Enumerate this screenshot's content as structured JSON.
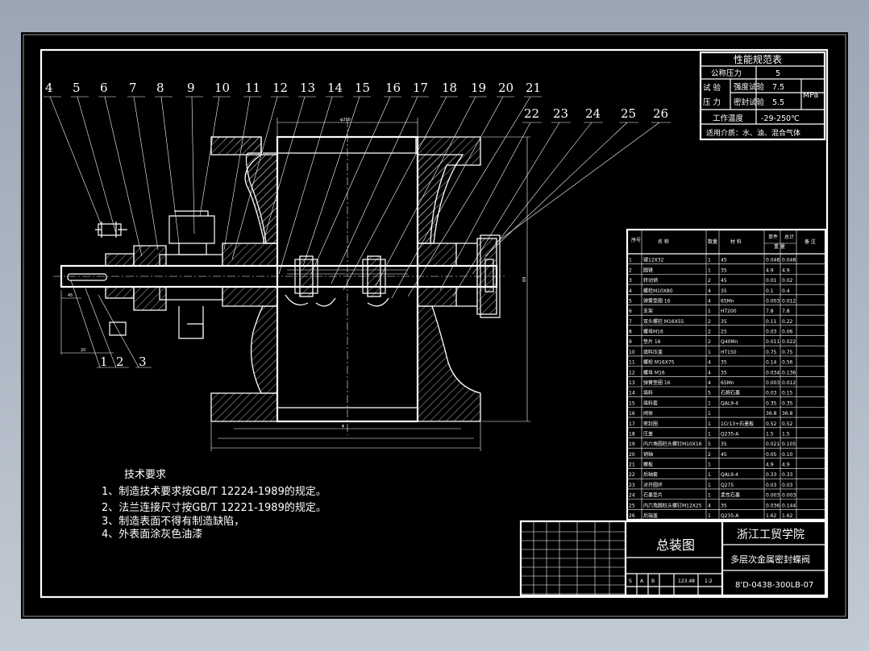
{
  "perf_table": {
    "title": "性能规范表",
    "rows": [
      {
        "label": "公称压力",
        "value": "5"
      },
      {
        "label": "强度试验",
        "value": "7.5"
      },
      {
        "label": "密封试验",
        "value": "5.5"
      },
      {
        "label": "工作温度",
        "value": "-29-250℃"
      }
    ],
    "test_pressure_label_1": "试 验",
    "test_pressure_label_2": "压 力",
    "unit": "MPa",
    "medium": "适用介质：水、油、混合气体"
  },
  "part_numbers": {
    "top": [
      "4",
      "5",
      "6",
      "7",
      "8",
      "9",
      "10",
      "11",
      "12",
      "13",
      "14",
      "15",
      "16",
      "17",
      "18",
      "19",
      "20",
      "21"
    ],
    "right": [
      "22",
      "23",
      "24",
      "25",
      "26"
    ],
    "bottom": [
      "1",
      "2",
      "3"
    ]
  },
  "dimensions": {
    "top_diameter": "φ200",
    "left_len_1": "45",
    "left_len_2": "20",
    "bottom_1": "φ",
    "right_height": "69"
  },
  "bom": {
    "headers": [
      "序号",
      "名 称",
      "数量",
      "材 料",
      "单件",
      "总计",
      "备 注"
    ],
    "weight_header": "重 量",
    "rows": [
      {
        "no": "1",
        "name": "键12X32",
        "qty": "1",
        "mat": "45",
        "unit": "0.048",
        "total": "0.048"
      },
      {
        "no": "2",
        "name": "圆锥",
        "qty": "1",
        "mat": "35",
        "unit": "4.9",
        "total": "4.9"
      },
      {
        "no": "3",
        "name": "转动销",
        "qty": "2",
        "mat": "45",
        "unit": "0.01",
        "total": "0.02"
      },
      {
        "no": "4",
        "name": "螺栓M10X80",
        "qty": "4",
        "mat": "35",
        "unit": "0.1",
        "total": "0.4"
      },
      {
        "no": "5",
        "name": "弹簧垫圈 16",
        "qty": "4",
        "mat": "65Mn",
        "unit": "0.003",
        "total": "0.012"
      },
      {
        "no": "6",
        "name": "支架",
        "qty": "1",
        "mat": "HT200",
        "unit": "7.8",
        "total": "7.8"
      },
      {
        "no": "7",
        "name": "双头螺柱 M16X55",
        "qty": "2",
        "mat": "35",
        "unit": "0.11",
        "total": "0.22"
      },
      {
        "no": "8",
        "name": "螺母M16",
        "qty": "2",
        "mat": "25",
        "unit": "0.03",
        "total": "0.06"
      },
      {
        "no": "9",
        "name": "垫片 16",
        "qty": "2",
        "mat": "Q40Mn",
        "unit": "0.011",
        "total": "0.022"
      },
      {
        "no": "10",
        "name": "填料压盖",
        "qty": "1",
        "mat": "HT150",
        "unit": "0.75",
        "total": "0.75"
      },
      {
        "no": "11",
        "name": "螺栓 M16X75",
        "qty": "4",
        "mat": "35",
        "unit": "0.14",
        "total": "0.56"
      },
      {
        "no": "12",
        "name": "螺母 M16",
        "qty": "4",
        "mat": "35",
        "unit": "0.034",
        "total": "0.136"
      },
      {
        "no": "13",
        "name": "弹簧垫圈 16",
        "qty": "4",
        "mat": "65Mn",
        "unit": "0.003",
        "total": "0.012"
      },
      {
        "no": "14",
        "name": "填料",
        "qty": "5",
        "mat": "石棉石墨",
        "unit": "0.03",
        "total": "0.15"
      },
      {
        "no": "15",
        "name": "填料套",
        "qty": "1",
        "mat": "QAL9-4",
        "unit": "0.35",
        "total": "0.35"
      },
      {
        "no": "16",
        "name": "阀体",
        "qty": "1",
        "mat": "",
        "unit": "36.8",
        "total": "36.8"
      },
      {
        "no": "17",
        "name": "密封圈",
        "qty": "1",
        "mat": "1Cr13+石墨板",
        "unit": "0.52",
        "total": "0.52"
      },
      {
        "no": "18",
        "name": "压盖",
        "qty": "1",
        "mat": "Q235-A",
        "unit": "1.5",
        "total": "1.5"
      },
      {
        "no": "19",
        "name": "内六角圆柱头螺钉M10X16",
        "qty": "5",
        "mat": "35",
        "unit": "0.021",
        "total": "0.105"
      },
      {
        "no": "20",
        "name": "销轴",
        "qty": "2",
        "mat": "45",
        "unit": "0.05",
        "total": "0.10"
      },
      {
        "no": "21",
        "name": "蝶板",
        "qty": "1",
        "mat": "",
        "unit": "4.9",
        "total": "4.9"
      },
      {
        "no": "22",
        "name": "后轴套",
        "qty": "1",
        "mat": "QAL9-4",
        "unit": "0.33",
        "total": "0.33"
      },
      {
        "no": "23",
        "name": "对开圆环",
        "qty": "1",
        "mat": "Q275",
        "unit": "0.03",
        "total": "0.03"
      },
      {
        "no": "24",
        "name": "石墨垫片",
        "qty": "1",
        "mat": "柔性石墨",
        "unit": "0.003",
        "total": "0.003"
      },
      {
        "no": "25",
        "name": "内六角圆柱头螺钉M12X25",
        "qty": "4",
        "mat": "35",
        "unit": "0.036",
        "total": "0.144"
      },
      {
        "no": "26",
        "name": "后端盖",
        "qty": "1",
        "mat": "Q235-A",
        "unit": "1.62",
        "total": "1.62"
      }
    ]
  },
  "tech_req": {
    "title": "技术要求",
    "items": [
      "1、制造技术要求按GB/T 12224-1989的规定。",
      "2、法兰连接尺寸按GB/T 12221-1989的规定。",
      "3、制造表面不得有制造缺陷，",
      "4、外表面涂灰色油漆"
    ]
  },
  "title_block": {
    "drawing_name": "总装图",
    "school": "浙江工贸学院",
    "product": "多层次金属密封蝶阀",
    "drawing_no": "8'D-0438-300LB-07",
    "stage": [
      "S",
      "A",
      "B"
    ],
    "weight": "123.48",
    "scale": "1:2"
  }
}
